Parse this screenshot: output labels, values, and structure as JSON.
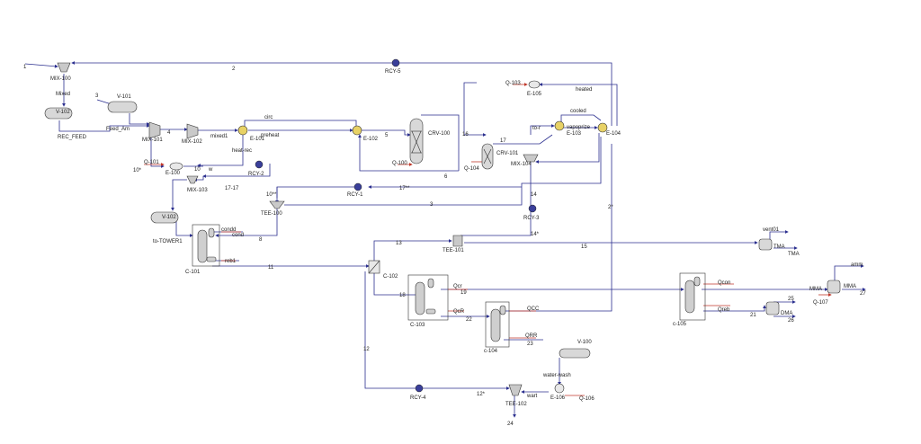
{
  "streams": {
    "s1": "1",
    "s2": "2",
    "s3": "3",
    "s4": "4",
    "s5": "5",
    "s6": "6",
    "s8": "8",
    "s10": "10",
    "s10a": "10*",
    "s10b": "10**",
    "s11": "11",
    "s12": "12",
    "s12a": "12*",
    "s13": "13",
    "s14": "14",
    "s14a": "14*",
    "s15": "15",
    "s16": "16",
    "s17": "17",
    "s17a": "17**",
    "s1717": "17-17",
    "s18": "18",
    "s19": "19",
    "s2a": "2*",
    "s21": "21",
    "s22": "22",
    "s23": "23",
    "s24": "24",
    "s25": "25",
    "s26": "26",
    "s27": "27",
    "mixed": "Mixed",
    "rec_feed": "REC_FEED",
    "feed_am": "Feed_Am",
    "mixed1": "mixed1",
    "preheat": "preheat",
    "heat_rec": "heat-rec",
    "circ": "circ",
    "w": "w",
    "to_tower1": "to-TOWER1",
    "cond": "cond",
    "reb1": "reb1",
    "heated": "heated",
    "cooled": "cooled",
    "to_r": "to-r",
    "vapoprize": "vapoprize",
    "vent01": "vent01",
    "tma": "TMA",
    "amm": "amm",
    "mma": "MMA",
    "mma2": "MMA",
    "dma": "DMA",
    "water_wash": "water-wash",
    "wart": "wart"
  },
  "units": {
    "mix100": "MIX-100",
    "v101": "V-101",
    "v102a": "V-102",
    "v102b": "V-102",
    "mix101": "MIX-101",
    "mix102": "MIX-102",
    "e101": "E-101",
    "e102": "E-102",
    "crv100": "CRV-100",
    "q100": "Q-100",
    "rcy5": "RCY-5",
    "rcy2": "RCY-2",
    "rcy1": "RCY-1",
    "rcy3": "RCY-3",
    "rcy4": "RCY-4",
    "q101": "Q-101",
    "e100": "E-100",
    "mix103": "MIX-103",
    "tee100": "TEE-100",
    "c101": "C-101",
    "q103": "Q-103",
    "e105": "E-105",
    "e103": "E-103",
    "e104": "E-104",
    "crv101": "CRV-101",
    "q104": "Q-104",
    "mix104": "MIX-104",
    "tee101": "TEE-101",
    "tma_tank": "TMA",
    "c102": "C-102",
    "c103": "C-103",
    "qcr": "Qcr",
    "qcr2": "QcR",
    "c104": "c-104",
    "qcc": "QCC",
    "qrr": "QRR",
    "v100": "V-100",
    "e106": "E-106",
    "q106": "Q-106",
    "tee102": "TEE-102",
    "c105": "c-105",
    "qcon": "Qcon",
    "qreb": "Qreb",
    "dma_tank": "DMA",
    "mma_tank": "MMA",
    "q107": "Q-107",
    "condd": "condd"
  },
  "colors": {
    "stream": "#2b2f8f",
    "energy": "#c0392b"
  }
}
